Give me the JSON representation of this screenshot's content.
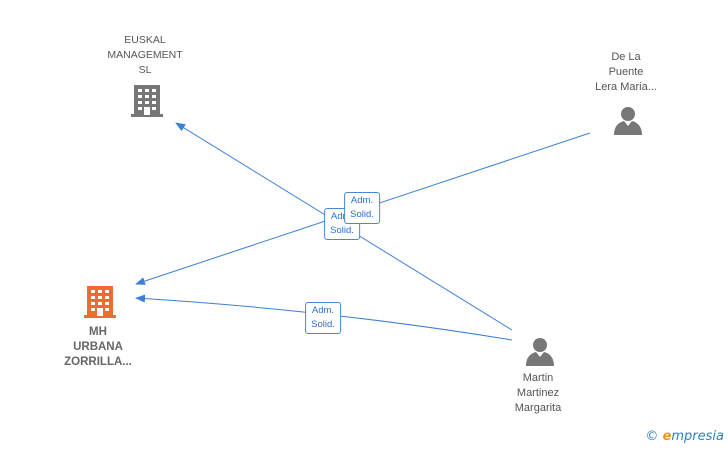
{
  "nodes": {
    "euskal": {
      "label": "EUSKAL\nMANAGEMENT\nSL",
      "type": "company",
      "icon": "building-icon",
      "color": "#777777"
    },
    "delapuente": {
      "label": "De La\nPuente\nLera Maria...",
      "type": "person",
      "icon": "person-icon",
      "color": "#777777"
    },
    "mhurbana": {
      "label": "MH\nURBANA\nZORRILLA...",
      "type": "company",
      "icon": "building-icon",
      "color": "#f06a35"
    },
    "martin": {
      "label": "Martin\nMartinez\nMargarita",
      "type": "person",
      "icon": "person-icon",
      "color": "#777777"
    }
  },
  "edges": [
    {
      "id": "e1",
      "from": "martin",
      "to": "euskal",
      "label": "Adm.\nSolid."
    },
    {
      "id": "e2",
      "from": "delapuente",
      "to": "mhurbana",
      "label": "Adm.\nSolid."
    },
    {
      "id": "e3",
      "from": "martin",
      "to": "mhurbana",
      "label": "Adm.\nSolid."
    }
  ],
  "colors": {
    "edge": "#3c7fd6",
    "badge_text": "#2d6fc7"
  },
  "footer": {
    "copyright": "©",
    "brand_first": "e",
    "brand_rest": "mpresia"
  }
}
